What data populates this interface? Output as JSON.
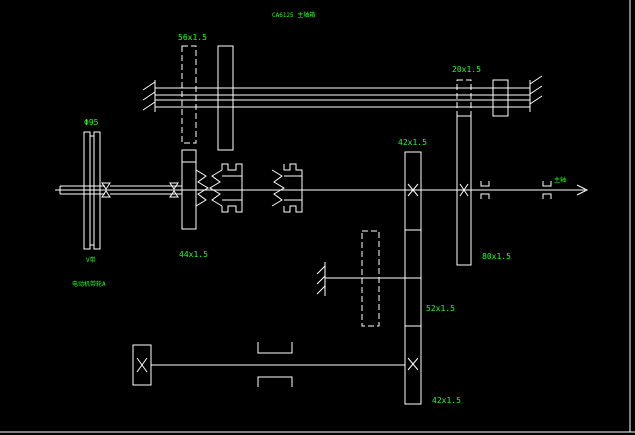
{
  "title": "CA6125 主轴箱",
  "labels": {
    "gear_56": "56x1.5",
    "gear_20": "20x1.5",
    "pulley": "Φ95",
    "gear_42_top": "42x1.5",
    "gear_44": "44x1.5",
    "gear_80": "80x1.5",
    "gear_52": "52x1.5",
    "gear_42_bottom": "42x1.5",
    "spindle_end": "主轴",
    "pulley_bottom": "V带",
    "motor_note": "电动机带轮A"
  },
  "colors": {
    "lines": "#ffffff",
    "text": "#22ff22",
    "background": "#000000"
  }
}
